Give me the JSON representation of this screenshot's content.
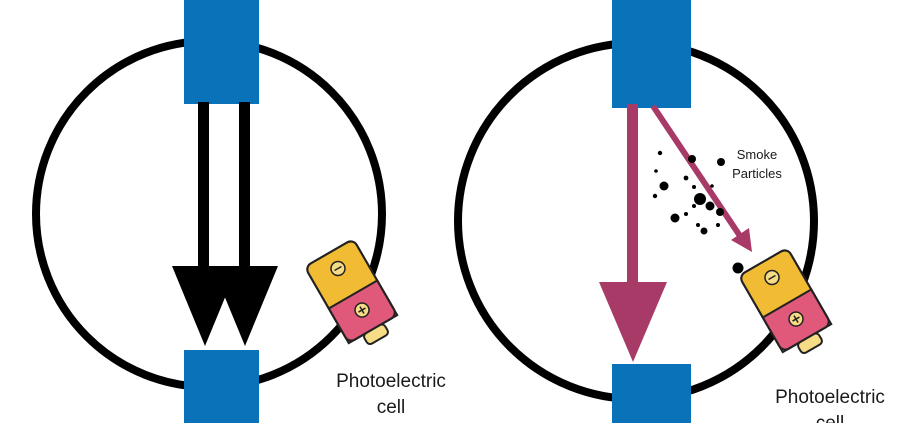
{
  "colors": {
    "background": "#ffffff",
    "outline": "#000000",
    "source_block": "#0a72b8",
    "beam_clear": "#000000",
    "beam_smoke": "#a83a68",
    "battery_body": "#f1bb34",
    "battery_band": "#e0587a",
    "battery_cap": "#f7dc86",
    "smoke": "#000000"
  },
  "icons": {
    "cell": "battery-icon",
    "particles": "smoke-particle-icon"
  },
  "left_panel": {
    "cell_label_line1": "Photoelectric",
    "cell_label_line2": "cell"
  },
  "right_panel": {
    "smoke_label_line1": "Smoke",
    "smoke_label_line2": "Particles",
    "cell_label_line1": "Photoelectric",
    "cell_label_line2": "cell"
  }
}
